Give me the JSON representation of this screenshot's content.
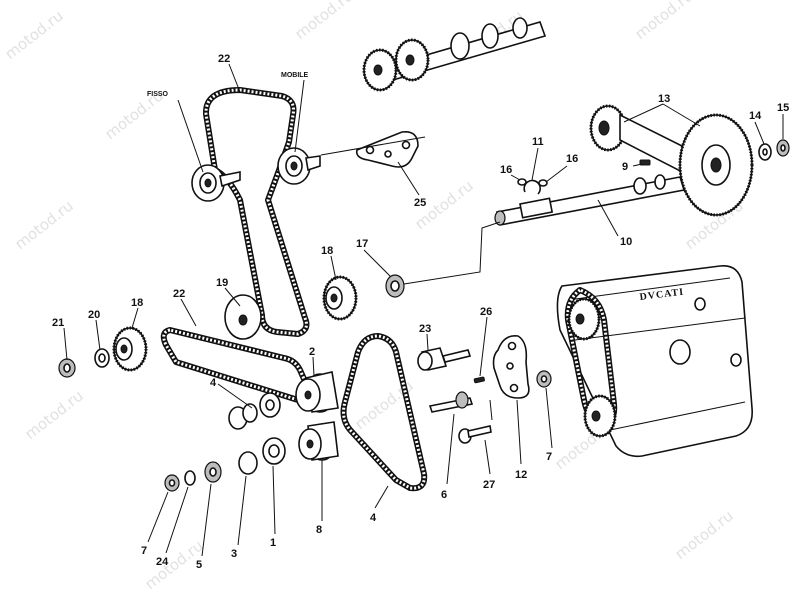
{
  "watermark": "motod.ru",
  "brand": "DVCATI",
  "tags": {
    "fixed": "FISSO",
    "mobile": "MOBILE"
  },
  "callouts": {
    "c22a": "22",
    "c22b": "22",
    "c25": "25",
    "c13": "13",
    "c14": "14",
    "c15": "15",
    "c11": "11",
    "c16a": "16",
    "c16b": "16",
    "c9": "9",
    "c10": "10",
    "c18a": "18",
    "c17": "17",
    "c19": "19",
    "c20": "20",
    "c18b": "18",
    "c21": "21",
    "c2": "2",
    "c4a": "4",
    "c23": "23",
    "c26": "26",
    "c7a": "7",
    "c6": "6",
    "c27": "27",
    "c12": "12",
    "c1": "1",
    "c3": "3",
    "c8": "8",
    "c4b": "4",
    "c7b": "7",
    "c24": "24",
    "c5": "5"
  }
}
